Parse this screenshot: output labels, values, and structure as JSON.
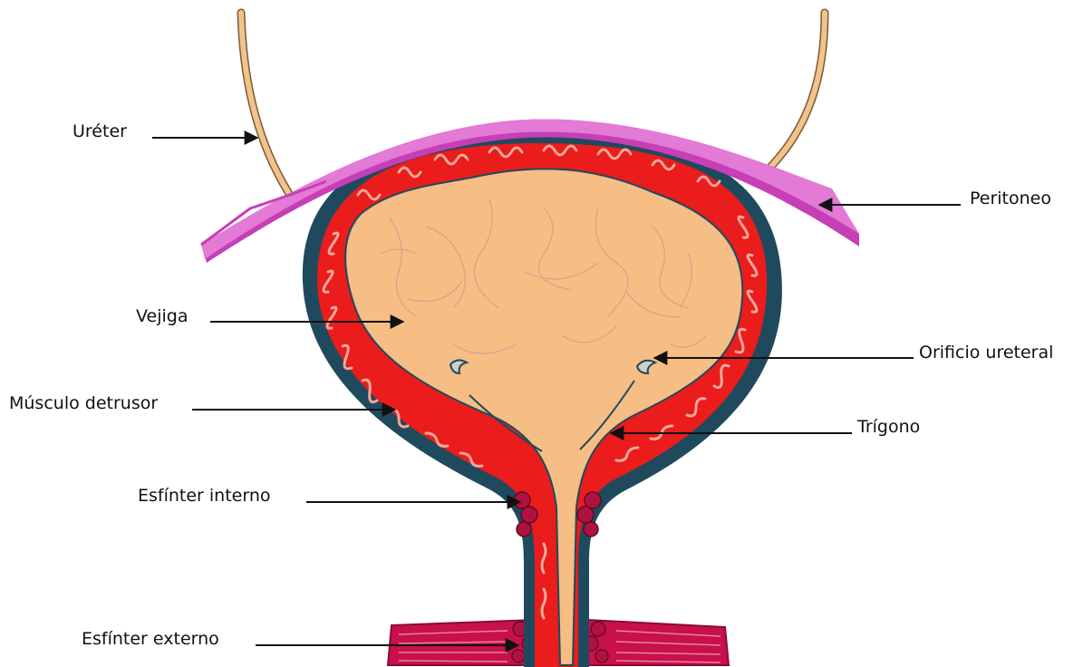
{
  "labels": {
    "ureter": "Uréter",
    "peritoneo": "Peritoneo",
    "vejiga": "Vejiga",
    "orificio_ureteral": "Orificio ureteral",
    "musculo_detrusor": "Músculo detrusor",
    "trigono": "Trígono",
    "esfinter_interno": "Esfínter interno",
    "esfinter_externo": "Esfínter externo"
  },
  "colors": {
    "ureter": "#f2c38c",
    "peritoneum": "#e27ad6",
    "peritoneum_dark": "#c63fb6",
    "bladder_outline": "#1f4a5e",
    "detrusor": "#ea1c1c",
    "mucosa": "#f6bd84",
    "sphincter": "#c8104a",
    "sphincter_dark": "#8a0c33"
  }
}
